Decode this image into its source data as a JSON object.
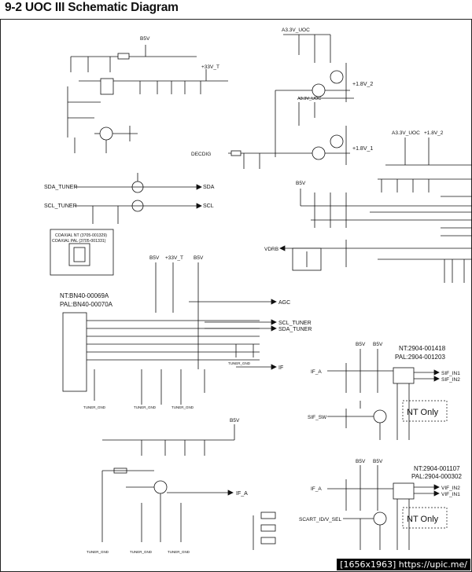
{
  "title": "9-2 UOC III Schematic Diagram",
  "watermark": "[1656x1963] https://upic.me/",
  "labels": {
    "b5v_top": "B5V",
    "plus33v_t_top": "+33V_T",
    "a33v_uoc_1": "A3.3V_UOC",
    "a33v_uoc_2": "A3.3V_UOC",
    "plus18v_2a": "+1.8V_2",
    "plus18v_1": "+1.8V_1",
    "decdig": "DECDIG",
    "a33v_uoc_right": "A3.3V_UOC",
    "plus18v_2b": "+1.8V_2",
    "sda_tuner": "SDA_TUNER",
    "scl_tuner": "SCL_TUNER",
    "sda_out": "SDA",
    "scl_out": "SCL",
    "b5v_mid": "B5V",
    "vdrb": "VDRB",
    "coaxial_nt": "COAXIAL  NT (3705-001329)",
    "coaxial_pal": "COAXIAL  PAL (3705-001331)",
    "b5v_tuner_a": "B5V",
    "plus33v_t_tuner": "+33V_T",
    "b5v_tuner_b": "B5V",
    "nt_tuner": "NT:BN40-00069A",
    "pal_tuner": "PAL:BN40-00070A",
    "agc": "AGC",
    "scl_tuner_out": "SCL_TUNER",
    "sda_tuner_out": "SDA_TUNER",
    "if_out": "IF",
    "tuner_gnd_1": "TUNER_GND",
    "tuner_gnd_2": "TUNER_GND",
    "tuner_gnd_3": "TUNER_GND",
    "tuner_gnd_4": "TUNER_GND",
    "b5v_sif_a": "B5V",
    "b5v_sif_b": "B5V",
    "nt_sif": "NT:2904-001418",
    "pal_sif": "PAL:2904-001203",
    "if_a_in": "IF_A",
    "sif_in1": "SIF_IN1",
    "sif_in2": "SIF_IN2",
    "sif_sw": "SIF_SW",
    "nt_only_1": "NT Only",
    "b5v_bottom": "B5V",
    "if_a_out": "IF_A",
    "tuner_gnd_5": "TUNER_GND",
    "tuner_gnd_6": "TUNER_GND",
    "tuner_gnd_7": "TUNER_GND",
    "b5v_vif_a": "B5V",
    "b5v_vif_b": "B5V",
    "nt_vif": "NT:2904-001107",
    "pal_vif": "PAL:2904-000302",
    "if_a_in2": "IF_A",
    "vif_in2": "VIF_IN2",
    "vif_in1": "VIF_IN1",
    "scart_id": "SCART_ID/V_SEL",
    "nt_only_2": "NT Only"
  }
}
